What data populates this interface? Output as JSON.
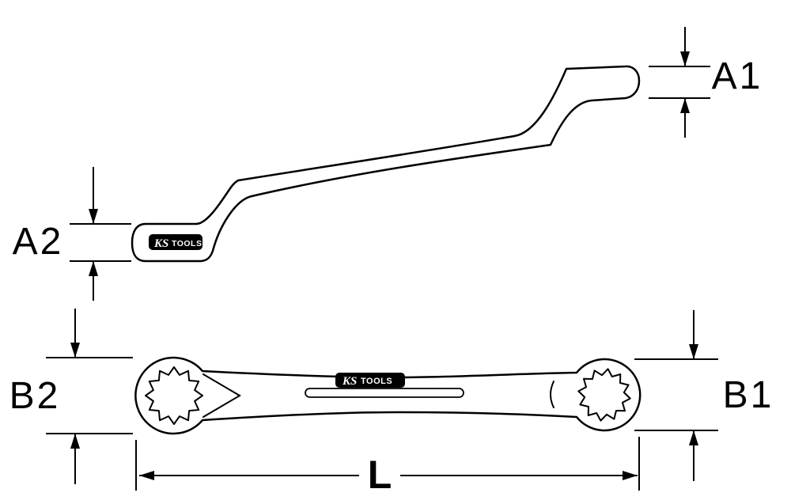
{
  "colors": {
    "background": "#ffffff",
    "line": "#000000",
    "logo_background": "#000000",
    "logo_text": "#ffffff"
  },
  "brand": {
    "ks": "KS",
    "tools": "TOOLS"
  },
  "dimensions": {
    "a1": "A1",
    "a2": "A2",
    "b1": "B1",
    "b2": "B2",
    "length": "L"
  }
}
